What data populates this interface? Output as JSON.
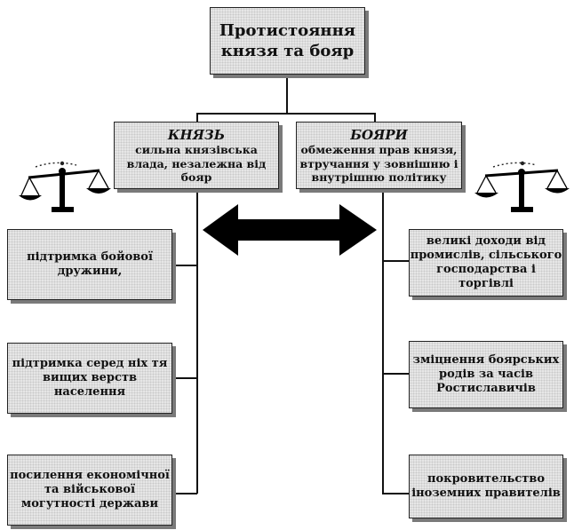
{
  "title": "Протистояння князя та бояр",
  "prince": {
    "heading": "КНЯЗЬ",
    "text": "сильна князівська влада, незалежна від бояр",
    "items": [
      "підтримка бойової дружини,",
      "підтримка серед ніх тя вищих верств населення",
      "посилення економічної та військової могутності держави"
    ]
  },
  "boyars": {
    "heading": "БОЯРИ",
    "text": "обмеження прав князя, втручання у зовнішню і внутрішню політику",
    "items": [
      "великі доходи від промислів, сільського господарства і торгівлі",
      "зміцнення боярських родів за часів Ростиславичів",
      "покровительство іноземних правителів"
    ]
  },
  "icons": [
    "scales-icon",
    "double-arrow-icon"
  ]
}
